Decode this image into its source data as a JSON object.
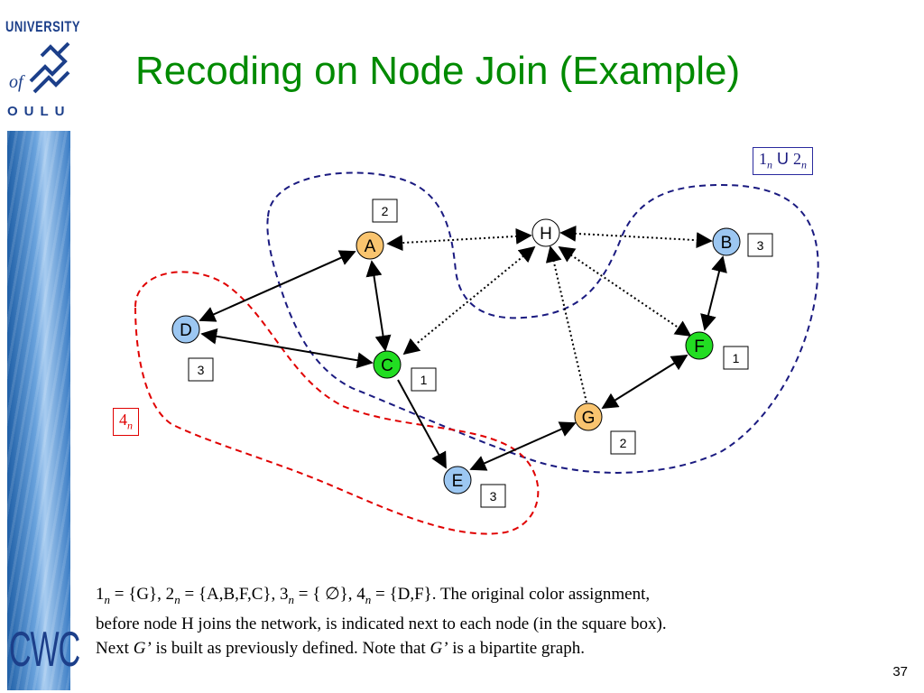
{
  "logo": {
    "top": "UNIVERSITY",
    "of": "of",
    "bottom": "OULU"
  },
  "sidebar_label": "CWC",
  "title": "Recoding on Node Join (Example)",
  "legend_blue": {
    "a": "1",
    "a_sub": "n",
    "union": " U ",
    "b": "2",
    "b_sub": "n"
  },
  "legend_red": {
    "a": "4",
    "a_sub": "n"
  },
  "nodes": [
    {
      "id": "A",
      "color": "#f9c46f",
      "box": "2"
    },
    {
      "id": "H",
      "color": "#ffffff",
      "box": ""
    },
    {
      "id": "B",
      "color": "#9cc7f2",
      "box": "3"
    },
    {
      "id": "D",
      "color": "#9cc7f2",
      "box": "3"
    },
    {
      "id": "C",
      "color": "#22dd22",
      "box": "1"
    },
    {
      "id": "F",
      "color": "#22dd22",
      "box": "1"
    },
    {
      "id": "G",
      "color": "#f9c46f",
      "box": "2"
    },
    {
      "id": "E",
      "color": "#9cc7f2",
      "box": "3"
    }
  ],
  "caption": {
    "s1": "1",
    "s1_sub": "n",
    "s2": " = {G}, 2",
    "s2_sub": "n",
    "s3": " = {A,B,F,C}, 3",
    "s3_sub": "n",
    "s4": " = { ",
    "empty": "∅",
    "s5": "}, 4",
    "s5_sub": "n",
    "s6": " = {D,F}. The original color assignment,",
    "line2": "before node H joins the network, is indicated next to each node (in the square box).",
    "l3a": "Next ",
    "g1": "G’",
    "l3b": " is built as previously defined. Note that ",
    "g2": "G’",
    "l3c": " is a bipartite graph."
  },
  "page_number": "37",
  "colors": {
    "title": "#008a00",
    "blue_dash": "#1a1a80",
    "red_dash": "#e00000"
  }
}
